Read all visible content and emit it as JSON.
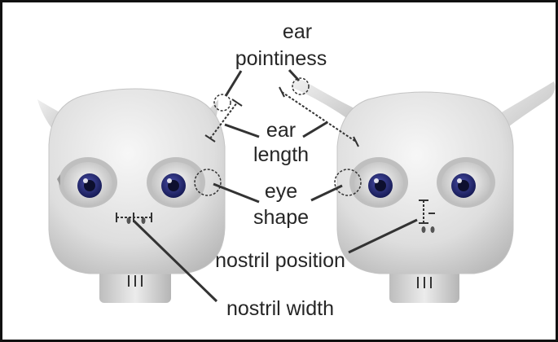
{
  "figure": {
    "labels": {
      "ear_pointiness_line1": "ear",
      "ear_pointiness_line2": "pointiness",
      "ear_length_line1": "ear",
      "ear_length_line2": "length",
      "eye_shape_line1": "eye",
      "eye_shape_line2": "shape",
      "nostril_position": "nostril position",
      "nostril_width": "nostril width"
    },
    "colors": {
      "frame": "#111111",
      "head_fill": "#e3e3e3",
      "head_shadow": "#bdbdbd",
      "iris": "#2b2f7a",
      "pupil": "#0d0f2e",
      "annotation": "#333333"
    }
  }
}
